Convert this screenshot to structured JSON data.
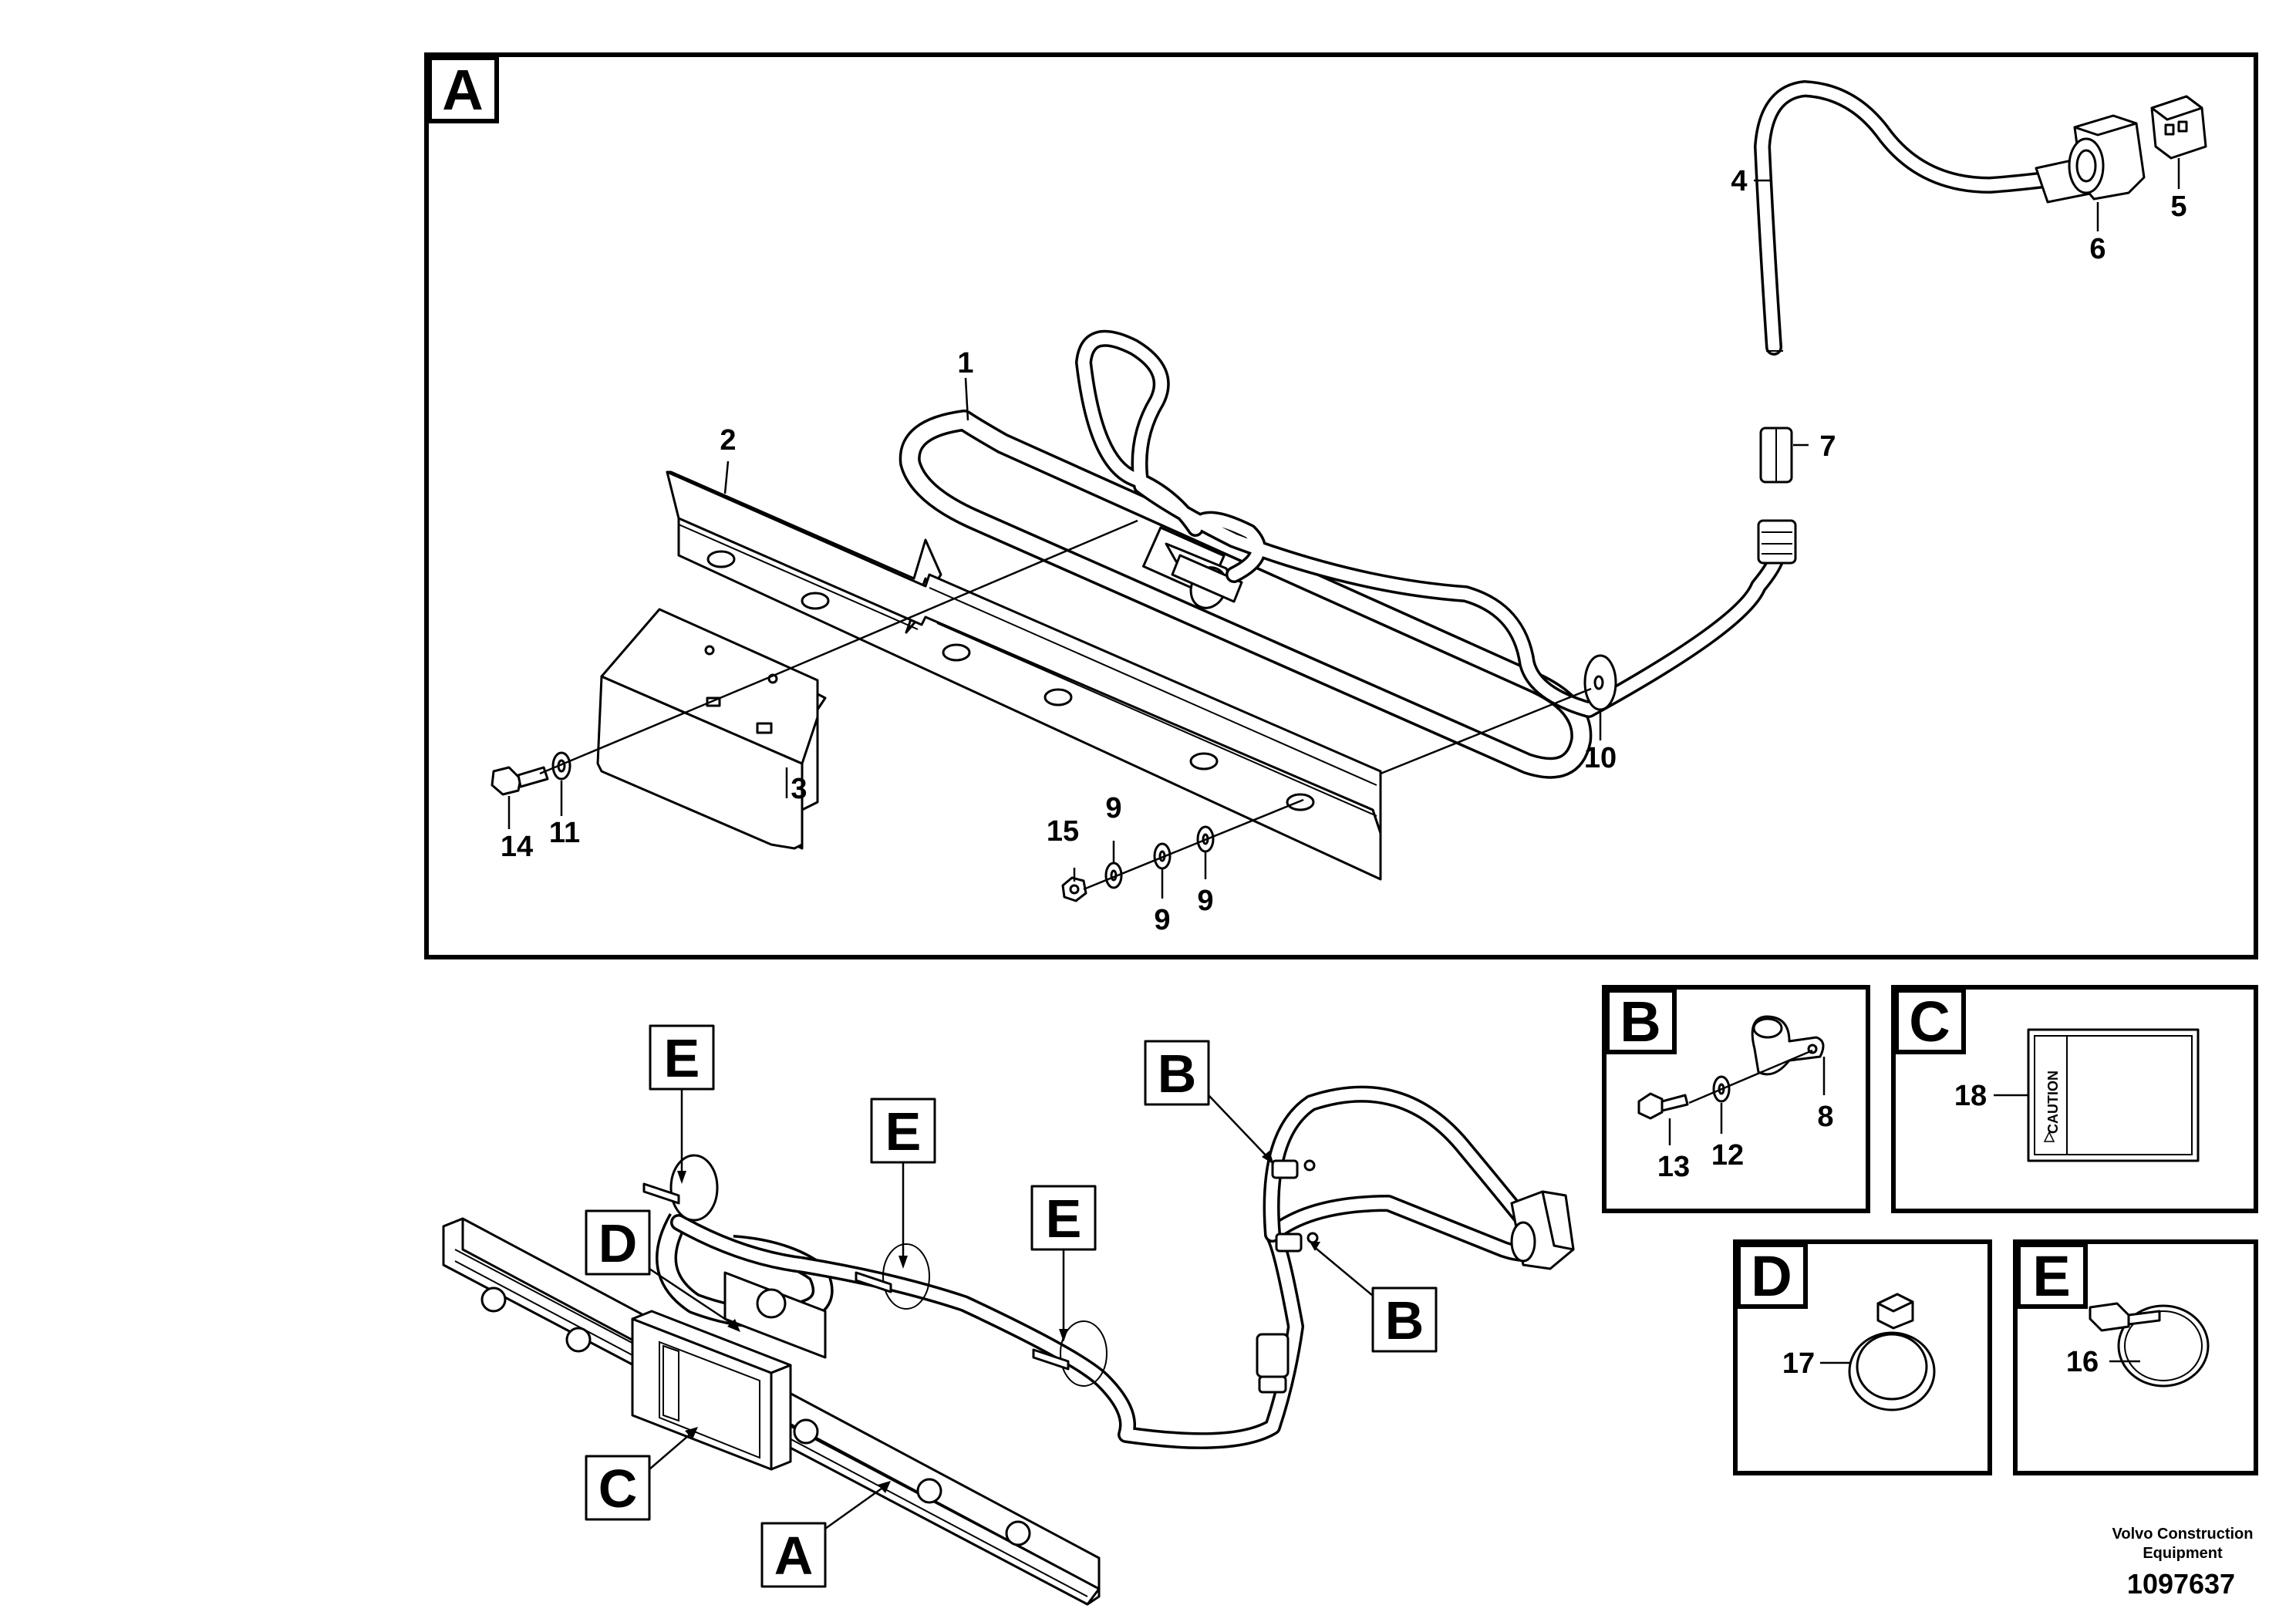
{
  "panels": {
    "A": "A",
    "B": "B",
    "C": "C",
    "D": "D",
    "E": "E"
  },
  "part_numbers": {
    "p1": "1",
    "p2": "2",
    "p3": "3",
    "p4": "4",
    "p5": "5",
    "p6": "6",
    "p7": "7",
    "p8": "8",
    "p9": "9",
    "p10": "10",
    "p11": "11",
    "p12": "12",
    "p13": "13",
    "p14": "14",
    "p15": "15",
    "p16": "16",
    "p17": "17",
    "p18": "18"
  },
  "callouts": {
    "a": "A",
    "b": "B",
    "c": "C",
    "d": "D",
    "e": "E"
  },
  "decal_text": "CAUTION",
  "footer": {
    "company_line1": "Volvo Construction",
    "company_line2": "Equipment",
    "figure_number": "1097637"
  }
}
